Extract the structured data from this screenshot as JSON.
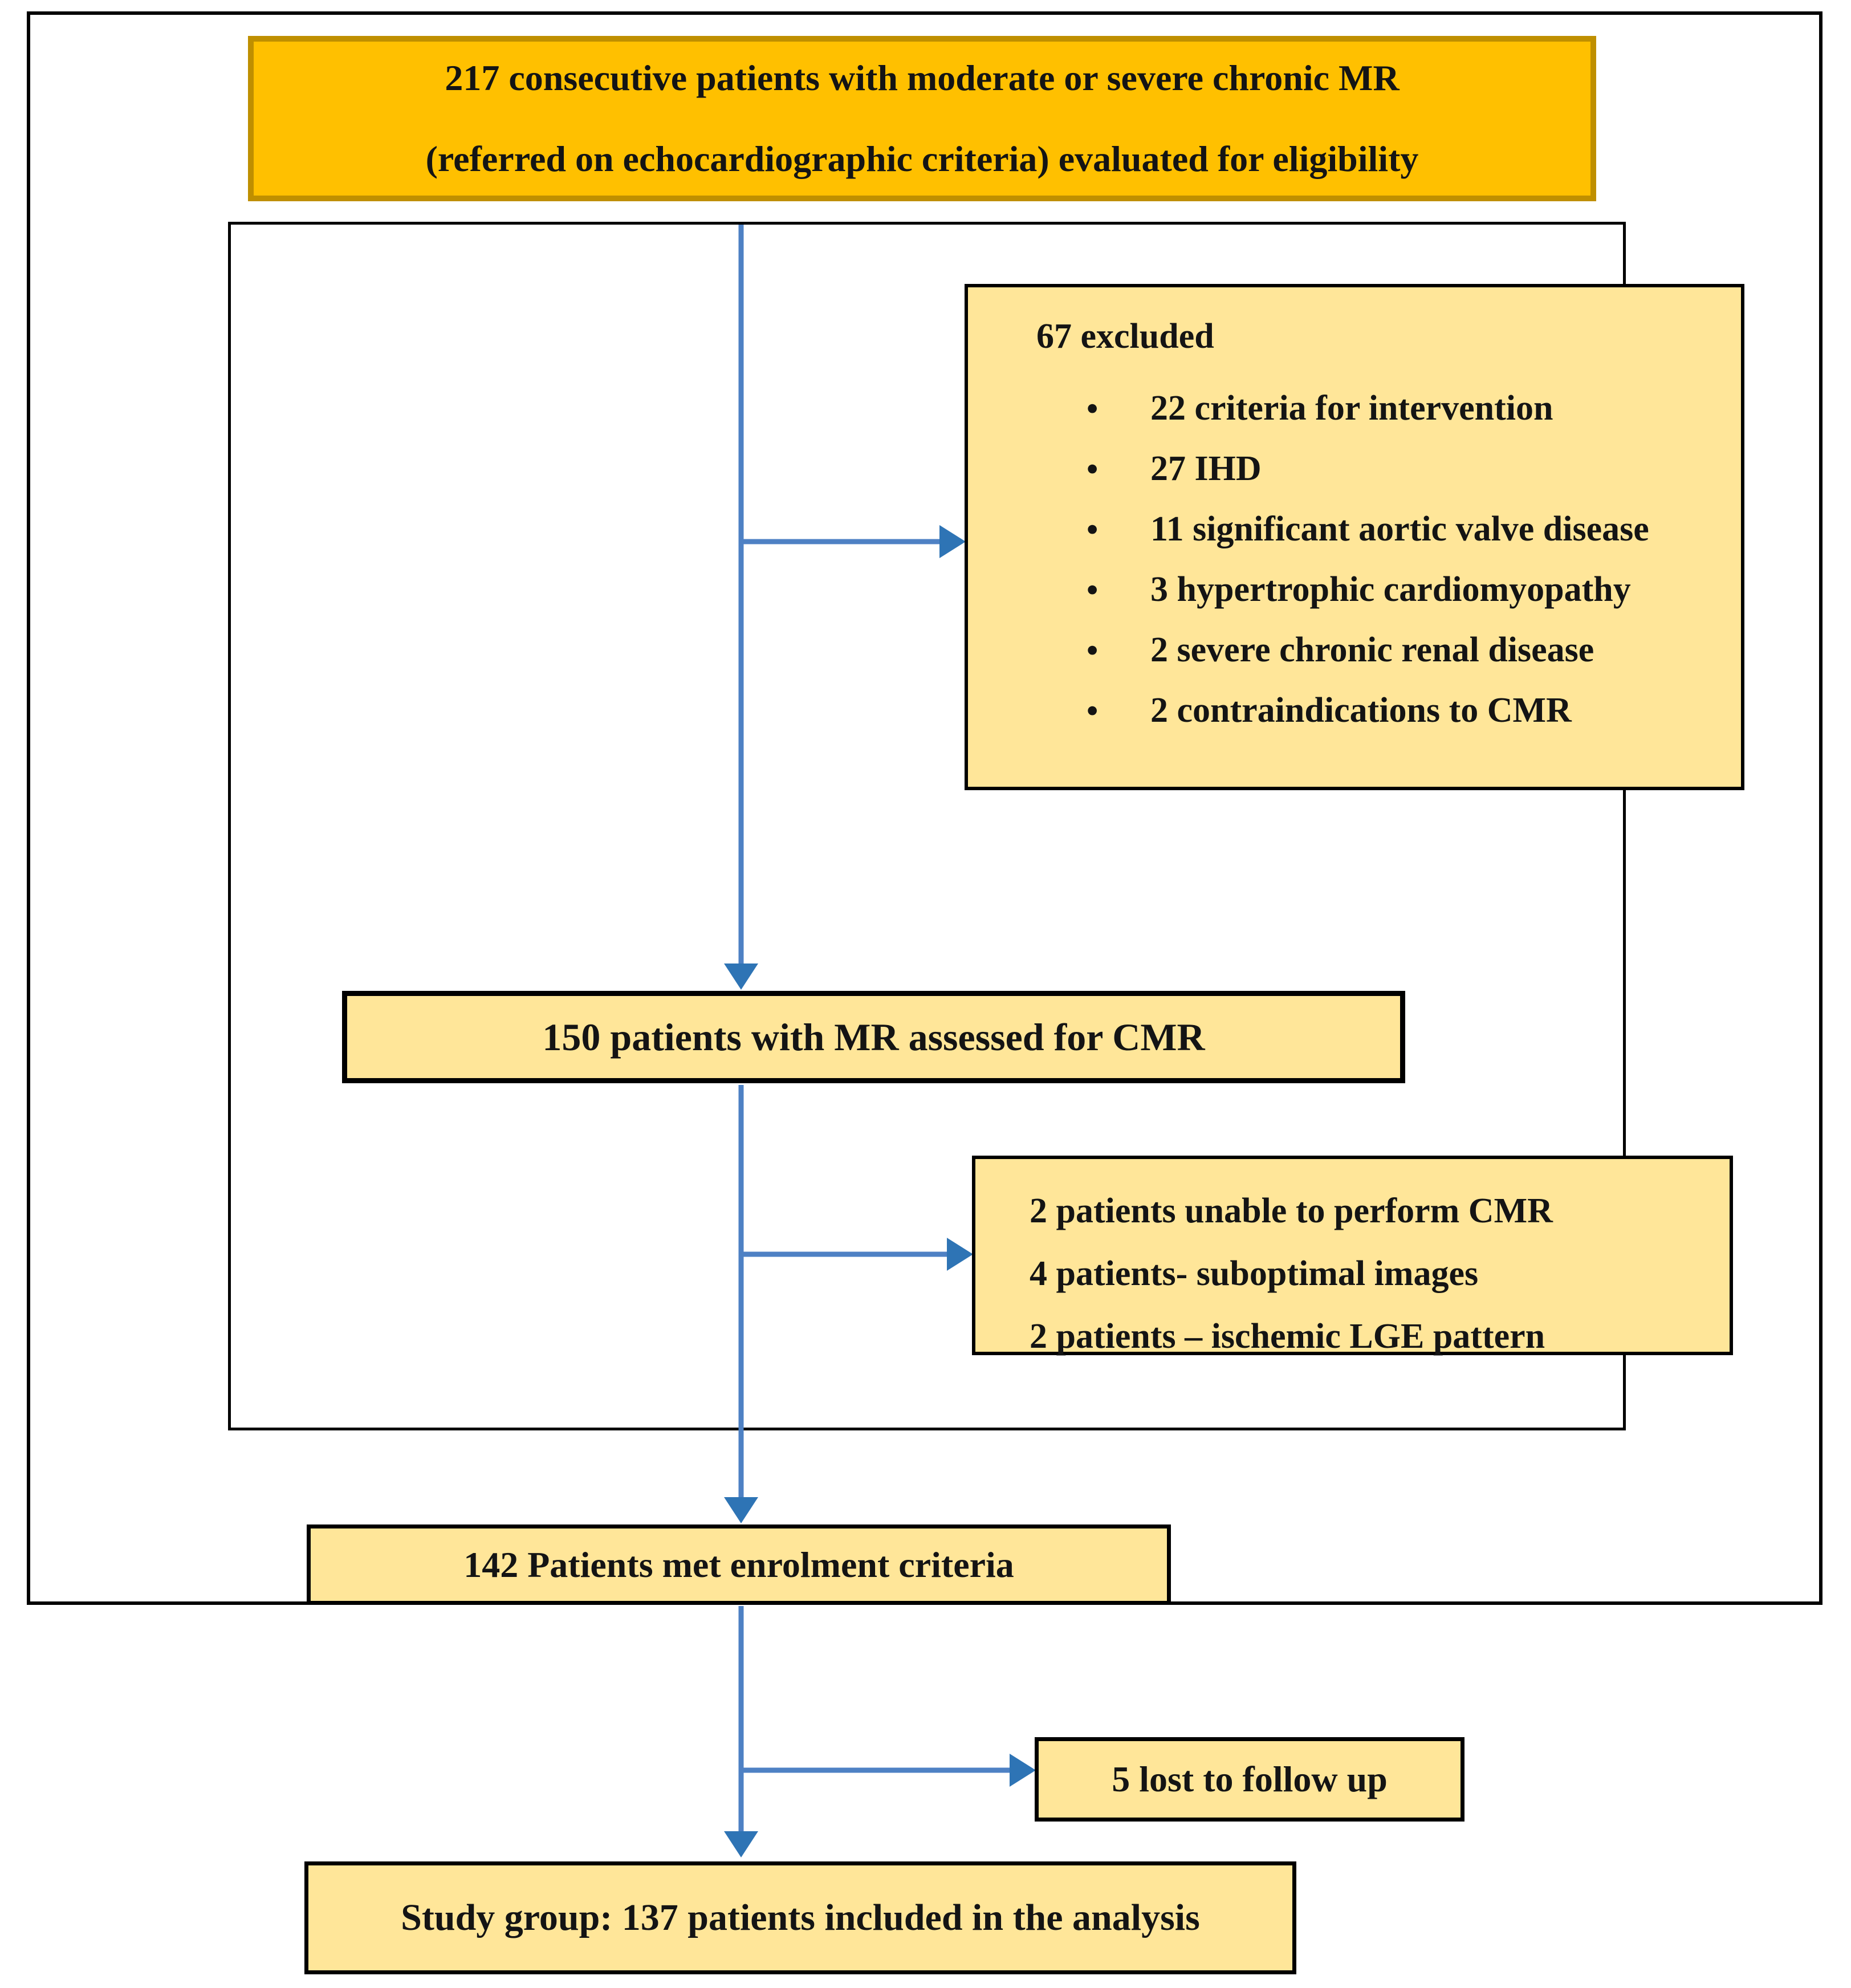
{
  "boxes": {
    "eligibility": {
      "line1": "217 consecutive patients with moderate or severe chronic MR",
      "line2": "(referred on echocardiographic criteria) evaluated for eligibility"
    },
    "excluded": {
      "title": "67 excluded",
      "items": [
        "22 criteria for intervention",
        "27 IHD",
        "11 significant aortic valve disease",
        "3 hypertrophic cardiomyopathy",
        "2 severe chronic renal disease",
        "2 contraindications to CMR"
      ]
    },
    "assessed": {
      "label": "150 patients with MR assessed for CMR"
    },
    "cmr_exclusions": {
      "lines": [
        "2 patients unable to perform CMR",
        "4 patients- suboptimal images",
        "2 patients – ischemic LGE pattern"
      ]
    },
    "enrolment": {
      "label": "142 Patients met enrolment criteria"
    },
    "lost_follow_up": {
      "label": "5 lost to follow up"
    },
    "study_group": {
      "label": "Study group: 137 patients included in the analysis"
    }
  },
  "icons": {
    "bullet": "•"
  },
  "colors": {
    "eligibility_fill": "#FFC000",
    "eligibility_border": "#BF8F00",
    "box_fill": "#FFE699",
    "box_border": "#000000",
    "frame_border": "#000000",
    "arrow_line": "#4E81C4",
    "arrow_head": "#2E74B5",
    "text": "#141414"
  }
}
